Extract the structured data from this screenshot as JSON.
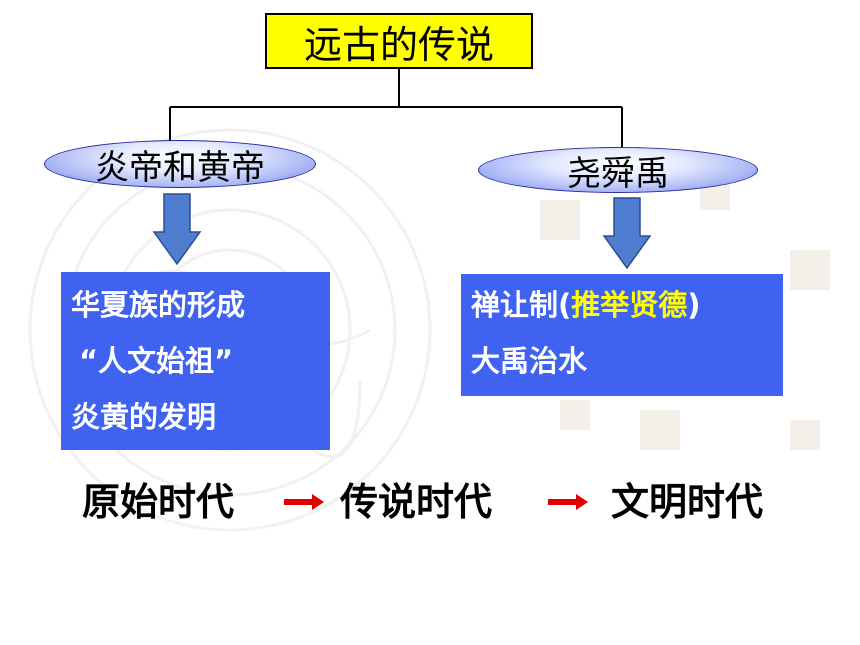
{
  "title": "远古的传说",
  "branches": {
    "left": {
      "label": "炎帝和黄帝",
      "items": [
        "华夏族的形成",
        "“人文始祖”",
        "炎黄的发明"
      ]
    },
    "right": {
      "label": "尧舜禹",
      "item1_prefix": "禅让制(",
      "item1_highlight": "推举贤德",
      "item1_suffix": ")",
      "item2": "大禹治水"
    }
  },
  "timeline": [
    "原始时代",
    "传说时代",
    "文明时代"
  ],
  "colors": {
    "title_bg": "#ffff00",
    "box_bg": "#3f63f0",
    "highlight": "#ffff00",
    "arrow_red": "#e00000",
    "arrow_blue": "#4f7ed0"
  }
}
